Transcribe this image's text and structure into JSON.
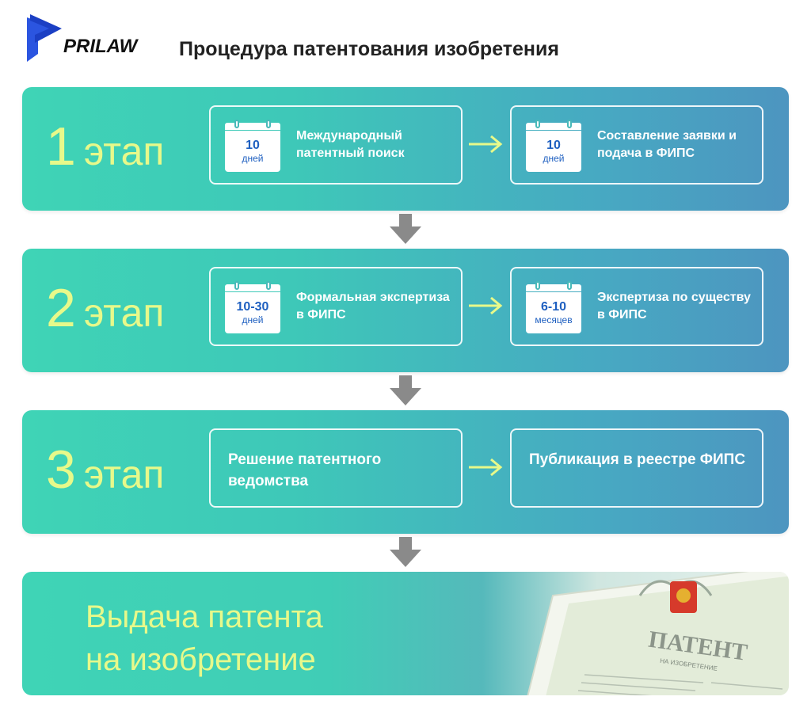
{
  "header": {
    "logo_text": "PRILAW",
    "title": "Процедура патентования изобретения"
  },
  "stages": [
    {
      "number": "1",
      "word": "этап",
      "steps": [
        {
          "duration": "10",
          "unit": "дней",
          "text": "Международный патентный поиск"
        },
        {
          "duration": "10",
          "unit": "дней",
          "text": "Составление заявки и подача в ФИПС"
        }
      ]
    },
    {
      "number": "2",
      "word": "этап",
      "steps": [
        {
          "duration": "10-30",
          "unit": "дней",
          "text": "Формальная экспертиза в ФИПС"
        },
        {
          "duration": "6-10",
          "unit": "месяцев",
          "text": "Экспертиза по существу в ФИПС"
        }
      ]
    },
    {
      "number": "3",
      "word": "этап",
      "steps": [
        {
          "text": "Решение патентного ведомства"
        },
        {
          "text": "Публикация в реестре ФИПС"
        }
      ]
    }
  ],
  "final": {
    "line1": "Выдача патента",
    "line2": "на изобретение",
    "document_title": "ПАТЕНТ",
    "document_subtitle": "НА ИЗОБРЕТЕНИЕ"
  },
  "colors": {
    "stage_gradient_start": "#3fd4b6",
    "stage_gradient_end": "#4d95c0",
    "label_accent": "#e7f98a",
    "calendar_text": "#1e5fc0",
    "arrow_light": "#e7f98a",
    "arrow_gray": "#8a8a8a",
    "logo_blue": "#2b55e0"
  }
}
